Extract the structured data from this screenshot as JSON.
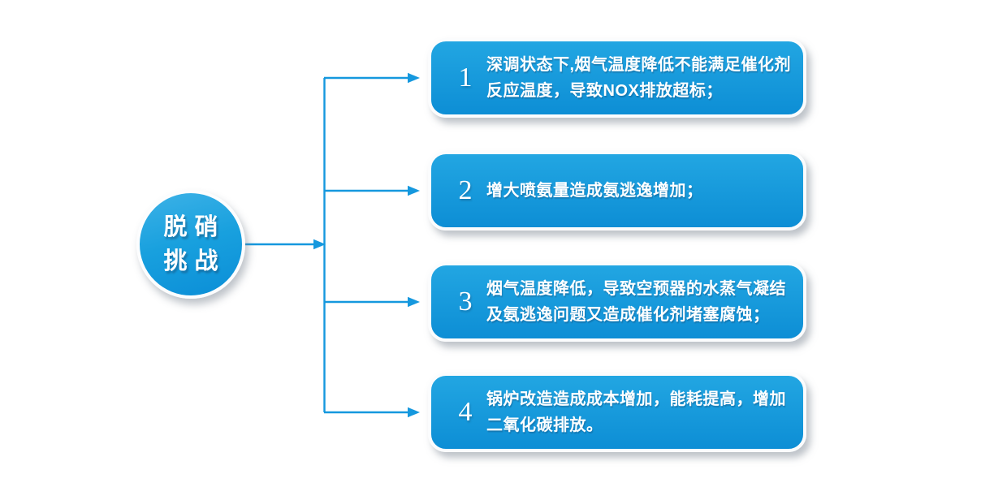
{
  "diagram": {
    "root": {
      "label_lines": [
        "脱硝",
        "挑战"
      ]
    },
    "challenges": [
      {
        "number": "1",
        "lines": [
          "深调状态下,烟气温度降低不能满足催化剂",
          "反应温度，导致NOX排放超标；"
        ]
      },
      {
        "number": "2",
        "lines": [
          "增大喷氨量造成氨逃逸增加；"
        ]
      },
      {
        "number": "3",
        "lines": [
          "烟气温度降低，导致空预器的水蒸气凝结",
          "及氨逃逸问题又造成催化剂堵塞腐蚀；"
        ]
      },
      {
        "number": "4",
        "lines": [
          "锅炉改造造成成本增加，能耗提高，增加",
          "二氧化碳排放。"
        ]
      }
    ],
    "colors": {
      "accent_blue": "#1598de",
      "box_gradient_top": "#22a6e2",
      "box_gradient_bottom": "#0d8ed5",
      "node_gradient_top": "#3db2e7",
      "node_gradient_bottom": "#0b8ed7",
      "text": "#ffffff",
      "background": "#ffffff"
    }
  }
}
